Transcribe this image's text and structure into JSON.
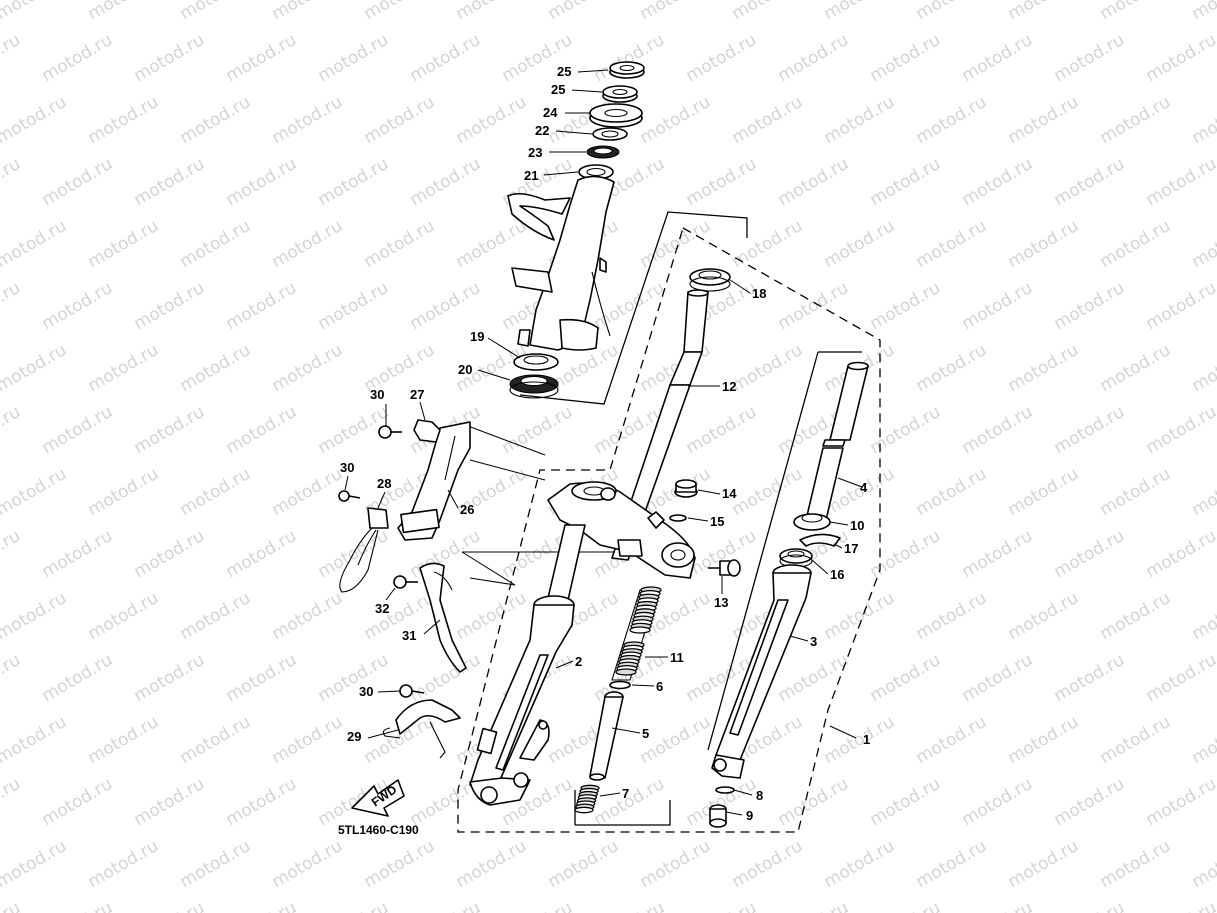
{
  "watermark_text": "motod.ru",
  "diagram_code": "5TL1460-C190",
  "fwd_label": "FWD",
  "callouts": [
    "1",
    "2",
    "3",
    "4",
    "5",
    "6",
    "7",
    "8",
    "9",
    "10",
    "11",
    "12",
    "13",
    "14",
    "15",
    "16",
    "17",
    "18",
    "19",
    "20",
    "21",
    "22",
    "23",
    "24",
    "25",
    "26",
    "27",
    "28",
    "29",
    "30",
    "31",
    "32"
  ]
}
